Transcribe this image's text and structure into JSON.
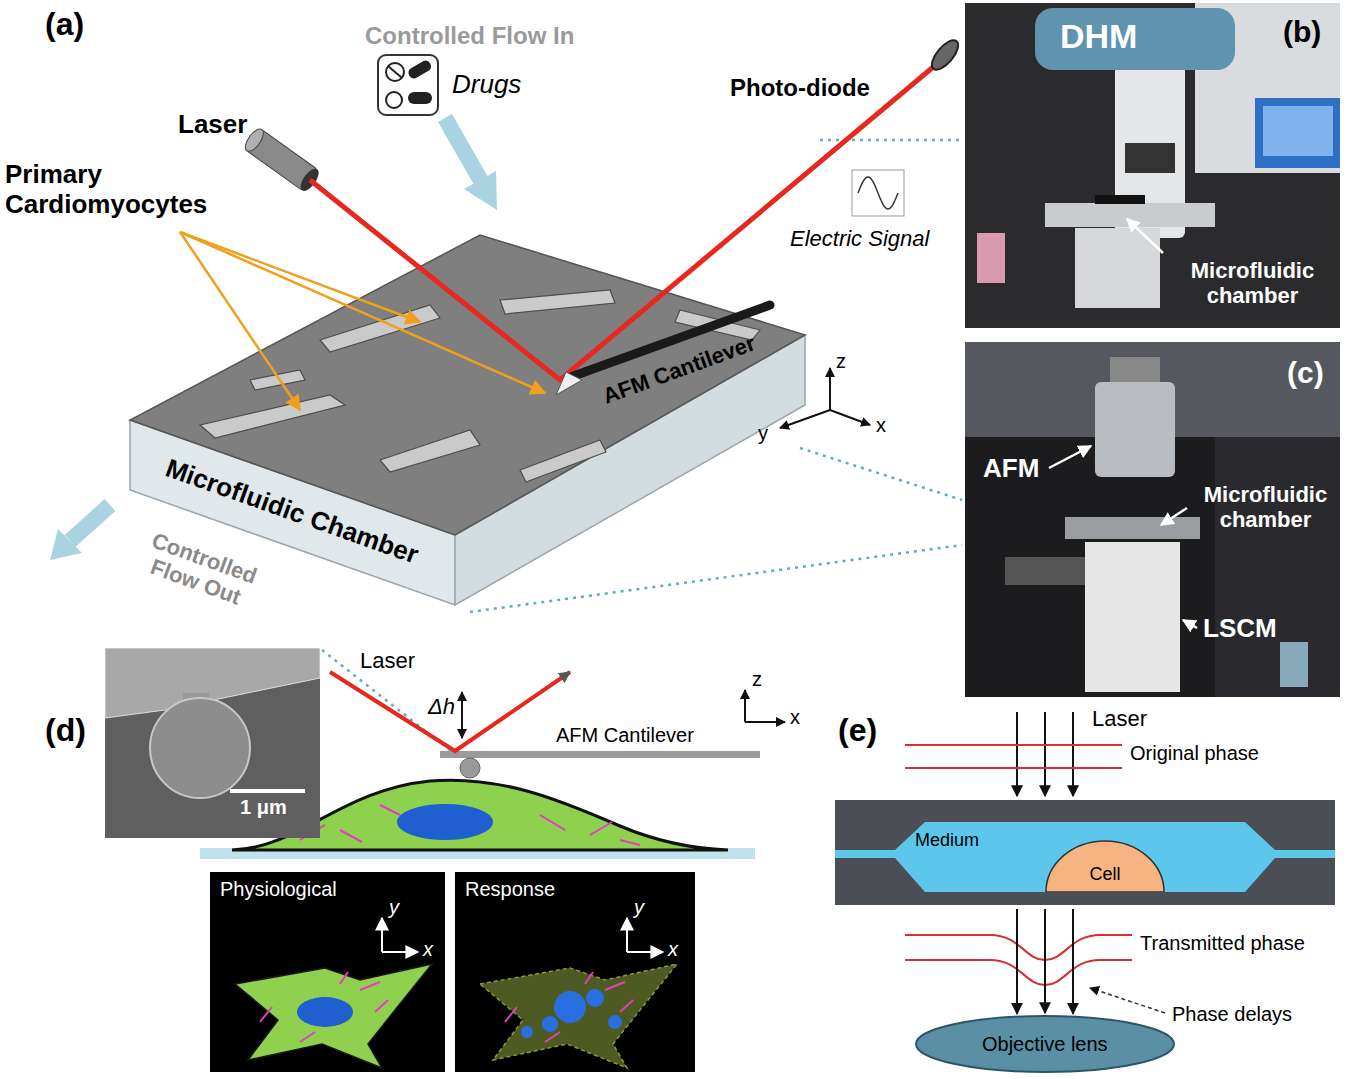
{
  "diagram": {
    "nodes": [
      {
        "text": [
          "DHM",
          "(b)",
          "Microfluidic chamber"
        ]
      },
      {
        "text": [
          "(c)",
          "AFM",
          "Microfluidic chamber",
          "LSCM"
        ]
      },
      {
        "text": [
          "1 μm"
        ]
      },
      {
        "text": [
          "Physiological",
          "y",
          "x"
        ]
      },
      {
        "text": [
          "Response",
          "y",
          "x"
        ]
      },
      {
        "text": [
          "Medium"
        ]
      },
      {
        "text": [
          "Cell"
        ],
        "in": 5
      },
      {
        "text": [
          "Objective lens"
        ]
      }
    ],
    "edges": [
      {
        "from": 5,
        "to": 7,
        "arrow": "to"
      },
      {
        "from": 5,
        "to": 7,
        "arrow": "to"
      },
      {
        "from": 5,
        "to": 7,
        "arrow": "to"
      }
    ],
    "labels": [
      "(a)",
      "Controlled Flow In",
      "Drugs",
      "Laser",
      "Photo-diode",
      "Primary Cardiomyocytes",
      "AFM Cantilever",
      "Electric Signal",
      "Microfluidic Chamber",
      "Controlled Flow Out",
      "z",
      "y",
      "x",
      "(d)",
      "Laser",
      "Δh",
      "z",
      "x",
      "AFM Cantilever",
      "(e)",
      "Laser",
      "Original phase",
      "Transmitted phase",
      "Phase delays"
    ]
  }
}
